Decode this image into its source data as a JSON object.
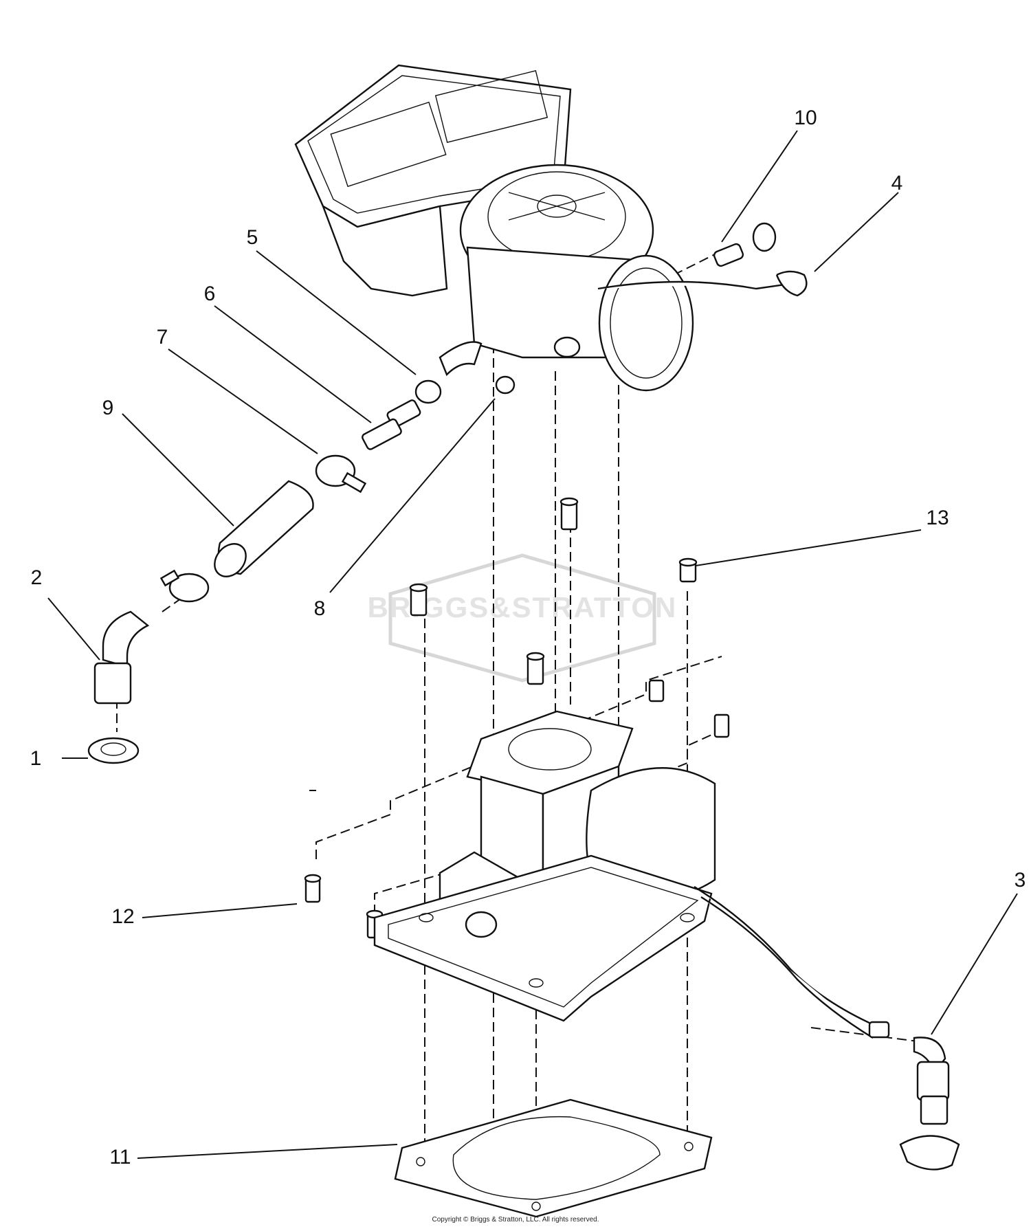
{
  "watermark": {
    "brand_text": "BRIGGS&STRATTON"
  },
  "callouts": [
    {
      "id": "1",
      "label": "1"
    },
    {
      "id": "2",
      "label": "2"
    },
    {
      "id": "3",
      "label": "3"
    },
    {
      "id": "4",
      "label": "4"
    },
    {
      "id": "5",
      "label": "5"
    },
    {
      "id": "6",
      "label": "6"
    },
    {
      "id": "7",
      "label": "7"
    },
    {
      "id": "8",
      "label": "8"
    },
    {
      "id": "9",
      "label": "9"
    },
    {
      "id": "10",
      "label": "10"
    },
    {
      "id": "11",
      "label": "11"
    },
    {
      "id": "12",
      "label": "12"
    },
    {
      "id": "13",
      "label": "13"
    }
  ],
  "footer": {
    "copyright": "Copyright © Briggs & Stratton, LLC. All rights reserved."
  }
}
